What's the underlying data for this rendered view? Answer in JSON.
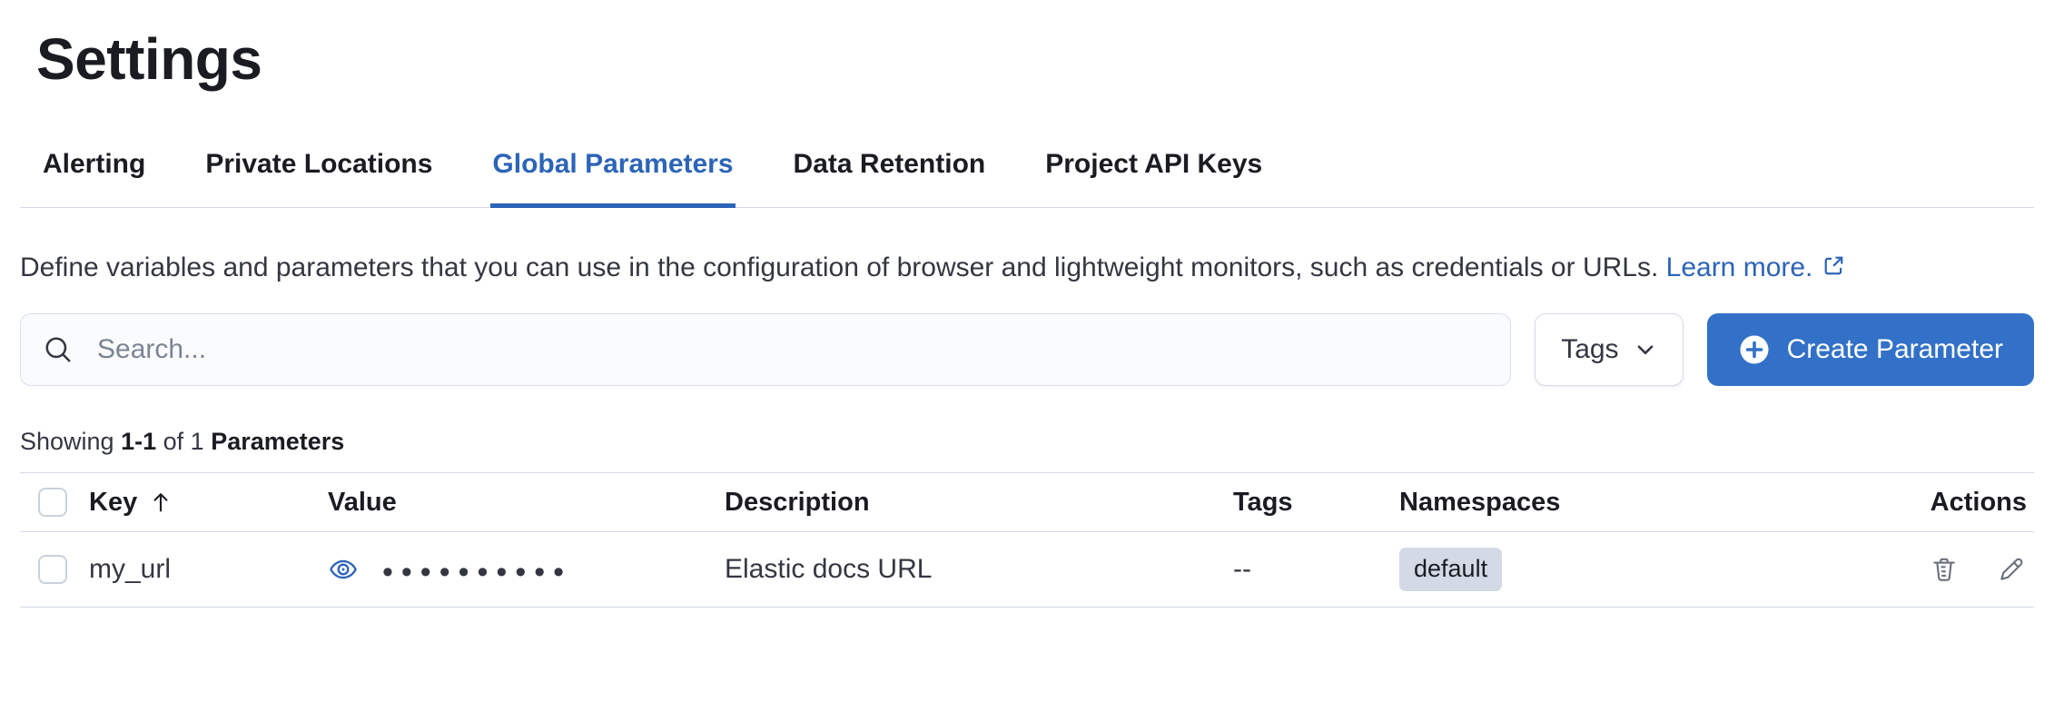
{
  "page": {
    "title": "Settings"
  },
  "tabs": {
    "items": [
      {
        "label": "Alerting",
        "selected": false
      },
      {
        "label": "Private Locations",
        "selected": false
      },
      {
        "label": "Global Parameters",
        "selected": true
      },
      {
        "label": "Data Retention",
        "selected": false
      },
      {
        "label": "Project API Keys",
        "selected": false
      }
    ]
  },
  "description": {
    "text": "Define variables and parameters that you can use in the configuration of browser and lightweight monitors, such as credentials or URLs.",
    "link_label": "Learn more."
  },
  "toolbar": {
    "search_placeholder": "Search...",
    "tags_button_label": "Tags",
    "create_button_label": "Create Parameter"
  },
  "summary": {
    "prefix": "Showing",
    "range": "1-1",
    "middle": "of 1",
    "entity": "Parameters"
  },
  "table": {
    "columns": {
      "key": "Key",
      "value": "Value",
      "description": "Description",
      "tags": "Tags",
      "namespaces": "Namespaces",
      "actions": "Actions"
    },
    "sort": {
      "column": "Key",
      "direction": "ascending"
    },
    "rows": [
      {
        "key": "my_url",
        "value_masked": "••••••••••",
        "description": "Elastic docs URL",
        "tags": "--",
        "namespace": "default"
      }
    ]
  },
  "icons": {
    "search": "search-icon",
    "chevron_down": "chevron-down-icon",
    "plus_in_circle": "plus-in-circle-icon",
    "external_link": "external-link-icon",
    "eye": "eye-icon",
    "sort_ascending": "sort-ascending-icon",
    "trash": "trash-icon",
    "pencil": "pencil-icon"
  },
  "colors": {
    "accent_blue": "#2c64b8",
    "button_blue": "#3271c7",
    "heading_text": "#1a1c21",
    "body_text": "#343741",
    "muted_text": "#7b8494",
    "divider": "#d3dae6",
    "badge_background": "#d3dae6",
    "field_background": "#fafbfd",
    "action_icon_gray": "#69707d"
  }
}
